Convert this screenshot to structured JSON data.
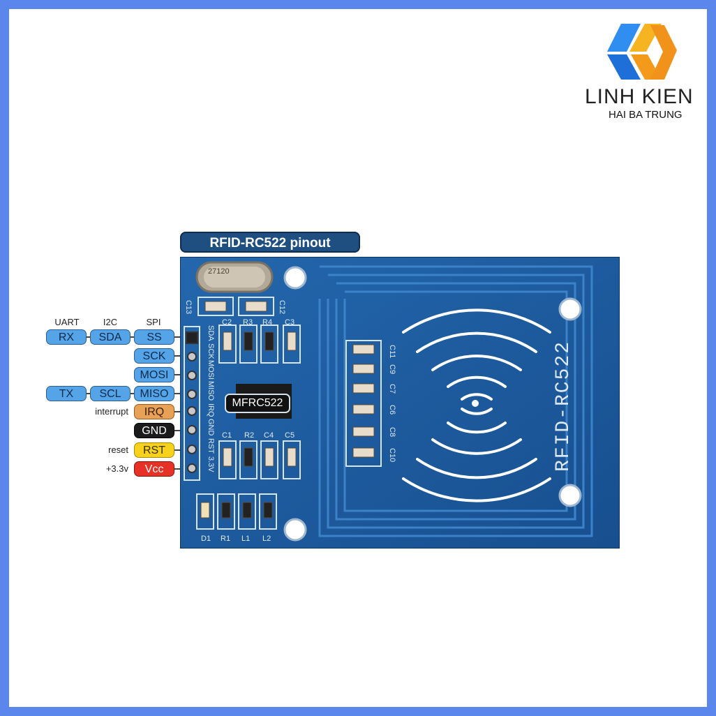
{
  "logo": {
    "name": "LINH KIEN",
    "tagline": "HAI BA TRUNG"
  },
  "title": "RFID-RC522 pinout",
  "protocol_headers": [
    "UART",
    "I2C",
    "SPI"
  ],
  "pins": [
    {
      "spi": "SS",
      "i2c": "SDA",
      "uart": "RX",
      "board_label": "SDA"
    },
    {
      "spi": "SCK",
      "board_label": "SCK"
    },
    {
      "spi": "MOSI",
      "board_label": "MOSI"
    },
    {
      "spi": "MISO",
      "i2c": "SCL",
      "uart": "TX",
      "board_label": "MISO"
    },
    {
      "spi": "IRQ",
      "note": "interrupt",
      "board_label": "IRQ"
    },
    {
      "spi": "GND",
      "board_label": "GND"
    },
    {
      "spi": "RST",
      "note": "reset",
      "board_label": "RST"
    },
    {
      "spi": "Vcc",
      "note": "+3.3v",
      "board_label": "3.3V"
    }
  ],
  "board": {
    "chip": "MFRC522",
    "brand": "RFID-RC522",
    "crystal": "27120",
    "components_top": [
      "C13",
      "C12",
      "C2",
      "R3",
      "R4",
      "C3"
    ],
    "components_mid": [
      "C1",
      "R2",
      "C4",
      "C5"
    ],
    "components_bottom": [
      "D1",
      "R1",
      "L1",
      "L2"
    ],
    "caps_right": [
      "C11",
      "C9",
      "C7",
      "C6",
      "C8",
      "C10"
    ]
  },
  "colors": {
    "frame": "#5b86ec",
    "board": "#1d5fa6",
    "title_bg": "#1f4f80"
  }
}
